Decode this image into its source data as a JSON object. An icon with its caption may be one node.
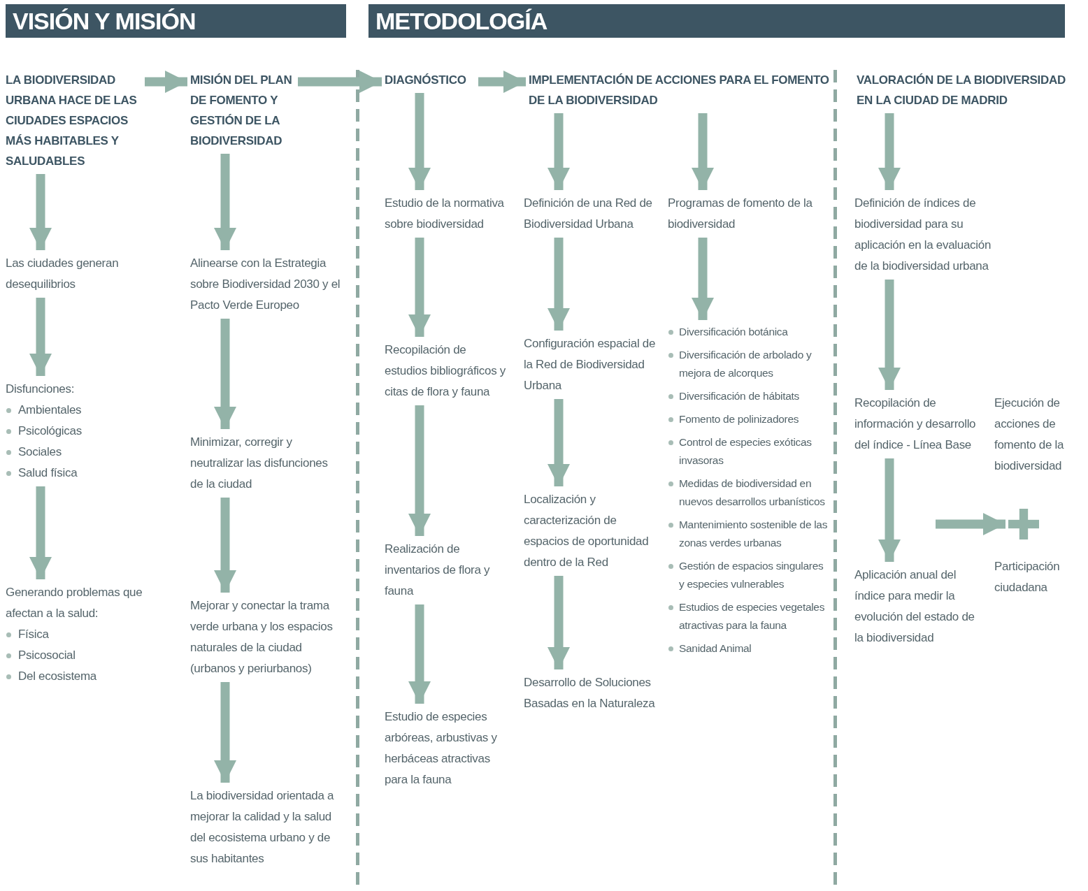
{
  "diagram": {
    "nodes": [
      {
        "text": [
          "LA BIODIVERSIDAD URBANA HACE DE LAS CIUDADES ESPACIOS MÁS HABITABLES Y SALUDABLES"
        ]
      },
      {
        "text": [
          "MISIÓN DEL PLAN DE FOMENTO Y GESTIÓN DE LA BIODIVERSIDAD"
        ]
      },
      {
        "text": [
          "Las ciudades generan desequilibrios"
        ]
      },
      {
        "text": [
          "Disfunciones:",
          "Ambientales",
          "Psicológicas",
          "Sociales",
          "Salud física"
        ]
      },
      {
        "text": [
          "Generando problemas que afectan a la salud:",
          "Física",
          "Psicosocial",
          "Del ecosistema"
        ]
      },
      {
        "text": [
          "Alinearse con la Estrategia sobre Biodiversidad 2030 y el Pacto Verde Europeo"
        ]
      },
      {
        "text": [
          "Minimizar, corregir y neutralizar las disfunciones de la ciudad"
        ]
      },
      {
        "text": [
          "Mejorar y conectar la trama verde urbana y los espacios naturales de la ciudad (urbanos y periurbanos)"
        ]
      },
      {
        "text": [
          "La biodiversidad orientada a mejorar la calidad y la salud del ecosistema urbano y de sus habitantes"
        ]
      },
      {
        "text": [
          "DIAGNÓSTICO"
        ]
      },
      {
        "text": [
          "IMPLEMENTACIÓN DE ACCIONES PARA EL FOMENTO DE LA BIODIVERSIDAD"
        ]
      },
      {
        "text": [
          "Estudio de la normativa sobre biodiversidad"
        ]
      },
      {
        "text": [
          "Recopilación de estudios bibliográficos y citas de flora y fauna"
        ]
      },
      {
        "text": [
          "Realización de inventarios de flora y fauna"
        ]
      },
      {
        "text": [
          "Estudio de especies arbóreas, arbustivas y herbáceas atractivas para la fauna"
        ]
      },
      {
        "text": [
          "Definición de una Red de Biodiversidad Urbana"
        ]
      },
      {
        "text": [
          "Configuración espacial de la Red de Biodiversidad Urbana"
        ]
      },
      {
        "text": [
          "Localización y caracterización de espacios de oportunidad dentro de la Red"
        ]
      },
      {
        "text": [
          "Desarrollo de Soluciones Basadas en la Naturaleza"
        ]
      },
      {
        "text": [
          "Programas de fomento de la biodiversidad"
        ]
      },
      {
        "text": [
          "Diversificación botánica",
          "Diversificación de arbolado y mejora de alcorques",
          "Diversificación de hábitats",
          "Fomento de polinizadores",
          "Control de especies exóticas invasoras",
          "Medidas de biodiversidad en nuevos desarrollos urbanísticos",
          "Mantenimiento sostenible de las zonas verdes urbanas",
          "Gestión de espacios singulares y especies vulnerables",
          "Estudios de especies vegetales atractivas para la fauna",
          "Sanidad Animal"
        ]
      },
      {
        "text": [
          "VALORACIÓN DE LA BIODIVERSIDAD EN LA CIUDAD DE MADRID"
        ]
      },
      {
        "text": [
          "Definición de índices de biodiversidad para su aplicación en la evaluación de la biodiversidad urbana"
        ]
      },
      {
        "text": [
          "Recopilación de información y desarrollo del índice - Línea Base"
        ]
      },
      {
        "text": [
          "Ejecución de acciones de fomento de la biodiversidad"
        ]
      },
      {
        "text": [
          "Aplicación anual del índice para medir la evolución del estado de la biodiversidad"
        ]
      },
      {
        "text": [
          "Participación ciudadana"
        ]
      },
      {
        "text": [],
        "shape": "plus"
      }
    ],
    "edges": [
      {
        "from": 0,
        "to": 1,
        "arrow": "to"
      },
      {
        "from": 1,
        "to": 9,
        "arrow": "to"
      },
      {
        "from": 9,
        "to": 10,
        "arrow": "to"
      },
      {
        "from": 0,
        "to": 2,
        "arrow": "to"
      },
      {
        "from": 2,
        "to": 3,
        "arrow": "to"
      },
      {
        "from": 3,
        "to": 4,
        "arrow": "to"
      },
      {
        "from": 1,
        "to": 5,
        "arrow": "to"
      },
      {
        "from": 5,
        "to": 6,
        "arrow": "to"
      },
      {
        "from": 6,
        "to": 7,
        "arrow": "to"
      },
      {
        "from": 7,
        "to": 8,
        "arrow": "to"
      },
      {
        "from": 9,
        "to": 11,
        "arrow": "to"
      },
      {
        "from": 11,
        "to": 12,
        "arrow": "to"
      },
      {
        "from": 12,
        "to": 13,
        "arrow": "to"
      },
      {
        "from": 13,
        "to": 14,
        "arrow": "to"
      },
      {
        "from": 10,
        "to": 15,
        "arrow": "to"
      },
      {
        "from": 15,
        "to": 16,
        "arrow": "to"
      },
      {
        "from": 16,
        "to": 17,
        "arrow": "to"
      },
      {
        "from": 17,
        "to": 18,
        "arrow": "to"
      },
      {
        "from": 10,
        "to": 19,
        "arrow": "to"
      },
      {
        "from": 19,
        "to": 20,
        "arrow": "to"
      },
      {
        "from": 21,
        "to": 22,
        "arrow": "to"
      },
      {
        "from": 22,
        "to": 23,
        "arrow": "to"
      },
      {
        "from": 23,
        "to": 25,
        "arrow": "to"
      },
      {
        "from": null,
        "to": 27,
        "arrow": "to"
      }
    ],
    "labels": [
      "VISIÓN Y MISIÓN",
      "METODOLOGÍA"
    ]
  }
}
